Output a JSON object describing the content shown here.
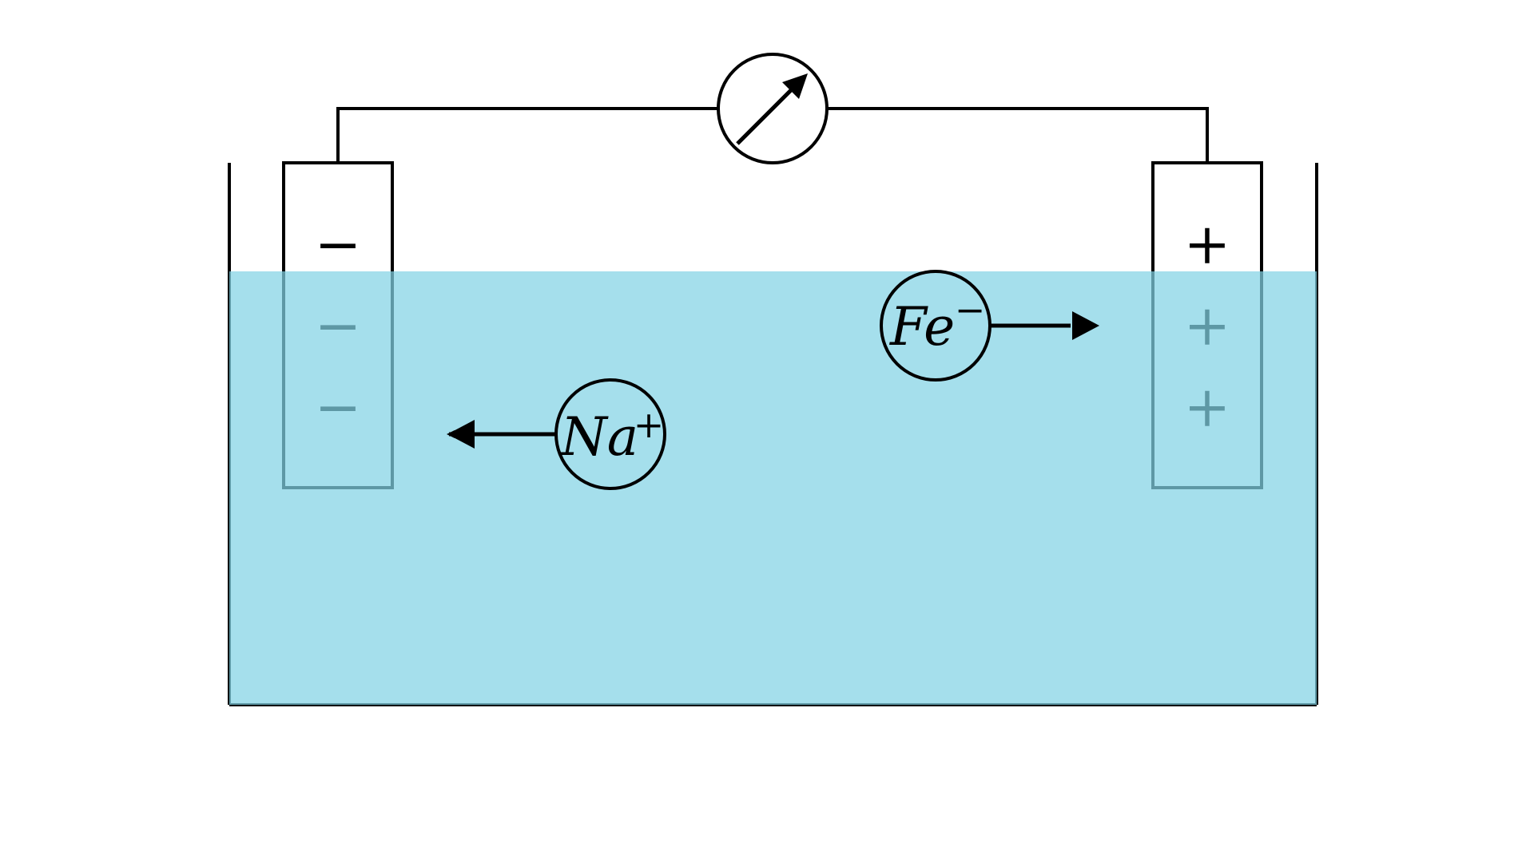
{
  "colors": {
    "electrolyte": "#82d2e4",
    "stroke": "#000000",
    "background": "#ffffff"
  },
  "electrodes": {
    "left": {
      "signs": [
        "−",
        "−",
        "−"
      ]
    },
    "right": {
      "signs": [
        "+",
        "+",
        "+"
      ]
    }
  },
  "ions": {
    "cation": {
      "symbol": "Na",
      "charge": "+",
      "direction": "left"
    },
    "anion": {
      "symbol": "Fe",
      "charge": "−",
      "direction": "right"
    }
  },
  "meter": {
    "icon": "galvanometer-arrow-icon"
  }
}
